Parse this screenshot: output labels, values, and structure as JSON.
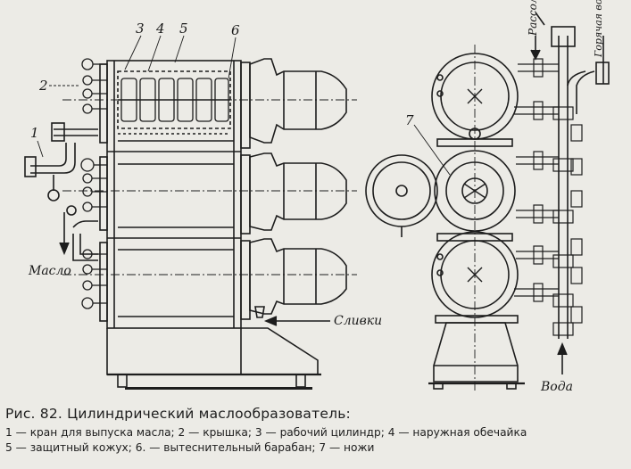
{
  "figure": {
    "numbers": [
      "1",
      "2",
      "3",
      "4",
      "5",
      "6",
      "7"
    ],
    "labels": {
      "maslo": "Масло",
      "slivki": "Сливки",
      "rassol": "Рассол",
      "goryachaya_voda": "Горячая вода",
      "voda": "Вода"
    }
  },
  "caption": {
    "title": "Рис. 82. Цилиндрический маслообразователь:",
    "line1": "1 — кран для выпуска масла; 2 — крышка; 3 — рабочий цилиндр; 4 — наружная обечайка",
    "line2": "5 — защитный кожух; 6. — вытеснительный барабан; 7 — ножи"
  }
}
